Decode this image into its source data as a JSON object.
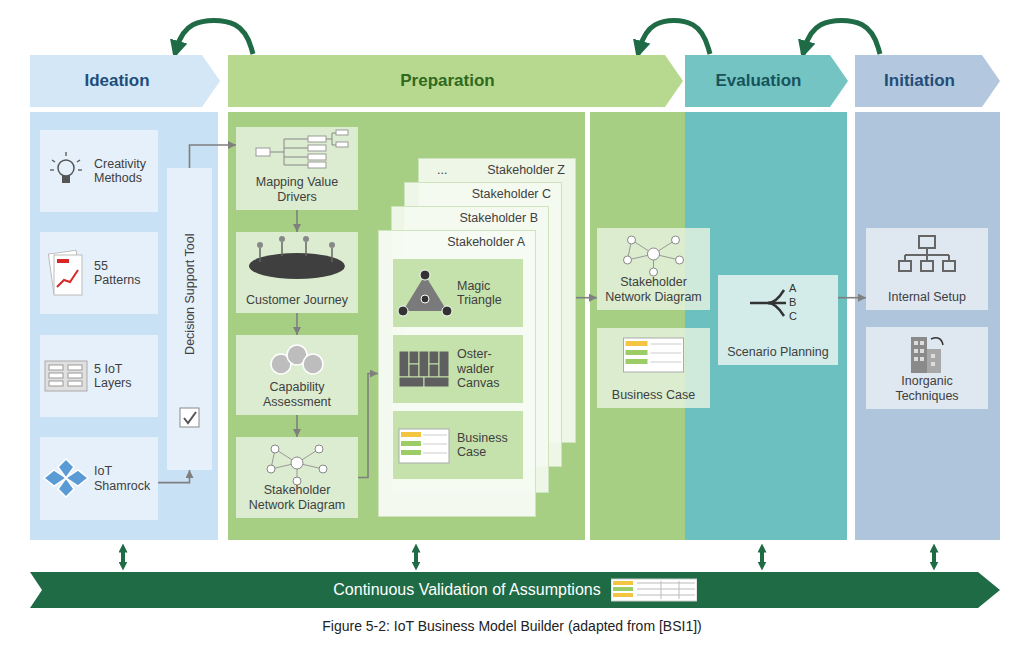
{
  "diagram": {
    "caption": "Figure 5-2: IoT Business Model Builder (adapted from [BSI1])",
    "nodes": [
      {
        "text": [
          "Ideation"
        ]
      },
      {
        "text": [
          "Preparation"
        ]
      },
      {
        "text": [
          "Evaluation"
        ]
      },
      {
        "text": [
          "Initiation"
        ]
      },
      {
        "text": [
          "Creativity Methods"
        ]
      },
      {
        "text": [
          "55 Patterns"
        ]
      },
      {
        "text": [
          "5 IoT Layers"
        ]
      },
      {
        "text": [
          "IoT Shamrock"
        ]
      },
      {
        "text": [
          "Decision Support Tool"
        ]
      },
      {
        "text": [
          "Mapping Value Drivers"
        ]
      },
      {
        "text": [
          "Customer Journey"
        ]
      },
      {
        "text": [
          "Capability Assessment"
        ]
      },
      {
        "text": [
          "Stakeholder Network Diagram"
        ]
      },
      {
        "text": [
          "...",
          "Stakeholder Z"
        ]
      },
      {
        "text": [
          "Stakeholder C"
        ]
      },
      {
        "text": [
          "Stakeholder B"
        ]
      },
      {
        "text": [
          "Stakeholder A"
        ]
      },
      {
        "text": [
          "Magic Triangle"
        ],
        "in": 16
      },
      {
        "text": [
          "Oster- walder Canvas"
        ],
        "in": 16
      },
      {
        "text": [
          "Business Case"
        ],
        "in": 16
      },
      {
        "text": [
          "Stakeholder Network Diagram"
        ]
      },
      {
        "text": [
          "Business Case"
        ]
      },
      {
        "text": [
          "Scenario Planning"
        ]
      },
      {
        "text": [
          "Internal Setup"
        ]
      },
      {
        "text": [
          "Inorganic Techniques"
        ]
      },
      {
        "text": [
          "Continuous Validation of Assumptions"
        ]
      }
    ],
    "edges": [
      {
        "from": 1,
        "to": 0,
        "arrow": "to"
      },
      {
        "from": 2,
        "to": 1,
        "arrow": "to"
      },
      {
        "from": 3,
        "to": 2,
        "arrow": "to"
      },
      {
        "from": 7,
        "to": 8,
        "arrow": "to"
      },
      {
        "from": 8,
        "to": 9,
        "arrow": "to"
      },
      {
        "from": 9,
        "to": 10,
        "arrow": "to"
      },
      {
        "from": 10,
        "to": 11,
        "arrow": "to"
      },
      {
        "from": 11,
        "to": 12,
        "arrow": "to"
      },
      {
        "from": 12,
        "to": 16,
        "arrow": "to"
      },
      {
        "from": 13,
        "to": 20,
        "arrow": "to"
      },
      {
        "from": 22,
        "to": 23,
        "arrow": "to"
      }
    ],
    "labels": [
      "A",
      "B",
      "C"
    ]
  }
}
